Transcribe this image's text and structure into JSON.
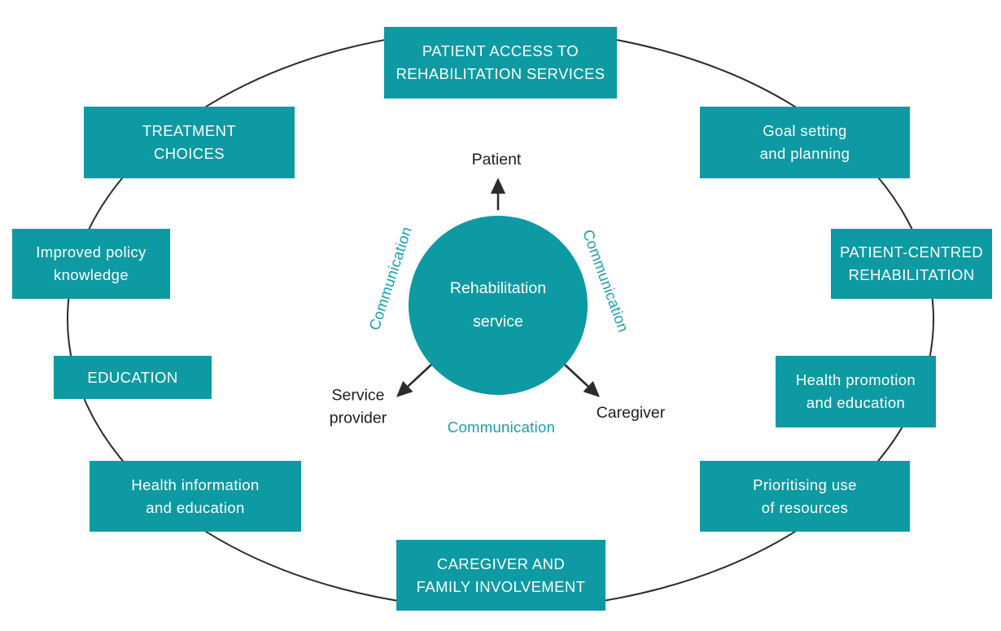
{
  "diagram": {
    "title_implicit": "Patient-centred rehabilitation cycle",
    "colors": {
      "node_teal": "#0d9aa2",
      "communication_text": "#1ba0ad",
      "line": "#2b2b2b",
      "actor_text": "#1f1f1f",
      "node_text": "#ffffff"
    },
    "center": {
      "label": "Rehabilitation\nservice"
    },
    "actors": {
      "patient": "Patient",
      "service_provider": "Service\nprovider",
      "caregiver": "Caregiver"
    },
    "communication": {
      "left": "Communication",
      "right": "Communication",
      "bottom": "Communication"
    },
    "nodes": [
      {
        "id": "patient-access",
        "label": "PATIENT ACCESS TO\nREHABILITATION SERVICES"
      },
      {
        "id": "treatment-choices",
        "label": "TREATMENT\nCHOICES"
      },
      {
        "id": "goal-setting",
        "label": "Goal setting\nand planning"
      },
      {
        "id": "improved-policy",
        "label": "Improved policy\nknowledge"
      },
      {
        "id": "patient-centred",
        "label": "PATIENT-CENTRED\nREHABILITATION"
      },
      {
        "id": "education",
        "label": "EDUCATION"
      },
      {
        "id": "health-promotion",
        "label": "Health promotion\nand education"
      },
      {
        "id": "health-information",
        "label": "Health information\nand education"
      },
      {
        "id": "prioritising-resources",
        "label": "Prioritising use\nof resources"
      },
      {
        "id": "caregiver-family",
        "label": "CAREGIVER AND\nFAMILY INVOLVEMENT"
      }
    ]
  }
}
